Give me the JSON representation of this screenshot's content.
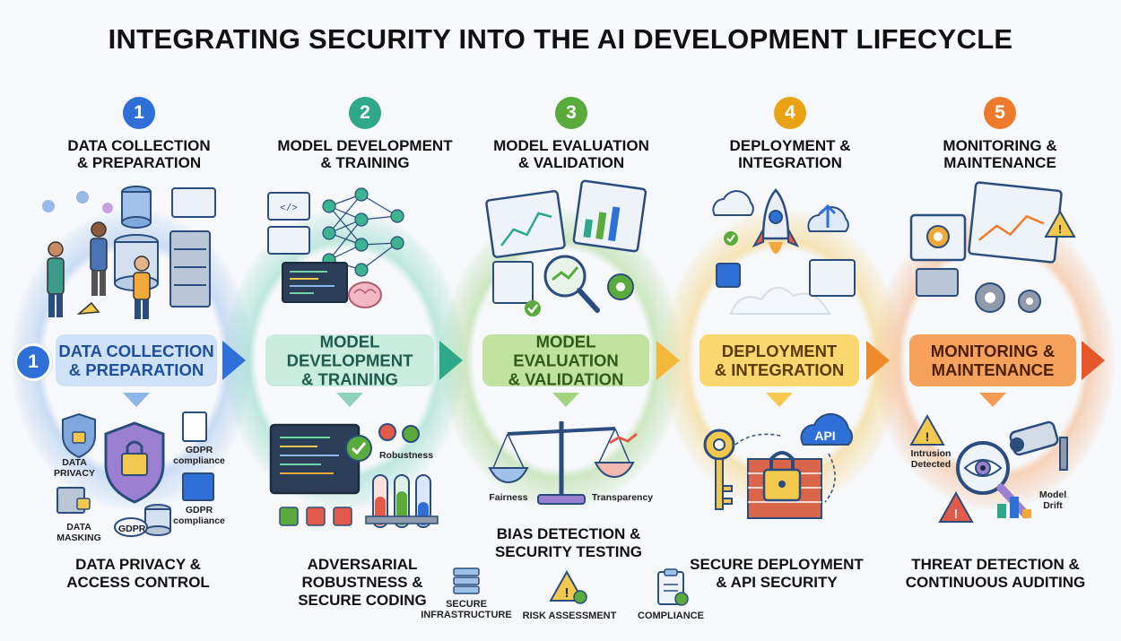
{
  "title": "INTEGRATING SECURITY INTO THE AI DEVELOPMENT LIFECYCLE",
  "colors": {
    "stage1": "#2f6fd8",
    "stage2": "#2fa88a",
    "stage3": "#5aab3c",
    "stage4": "#e9a312",
    "stage5": "#ee7a2b"
  },
  "stages": [
    {
      "number": "1",
      "heading": [
        "DATA COLLECTION",
        "& PREPARATION"
      ],
      "band": [
        "DATA COLLECTION",
        "& PREPARATION"
      ],
      "security": [
        "DATA PRIVACY &",
        "ACCESS CONTROL"
      ],
      "labels": [
        "DATA",
        "PRIVACY",
        "GDPR",
        "compliance",
        "GDPR",
        "compliance",
        "DATA",
        "MASKING",
        "GDPR"
      ]
    },
    {
      "number": "2",
      "heading": [
        "MODEL DEVELOPMENT",
        "& TRAINING"
      ],
      "band": [
        "MODEL DEVELOPMENT",
        "& TRAINING"
      ],
      "security": [
        "ADVERSARIAL",
        "ROBUSTNESS &",
        "SECURE CODING"
      ],
      "labels": [
        "Robustness"
      ]
    },
    {
      "number": "3",
      "heading": [
        "MODEL EVALUATION",
        "& VALIDATION"
      ],
      "band": [
        "MODEL EVALUATION",
        "& VALIDATION"
      ],
      "security": [
        "BIAS DETECTION &",
        "SECURITY TESTING"
      ],
      "labels": [
        "Fairness",
        "Transparency"
      ]
    },
    {
      "number": "4",
      "heading": [
        "DEPLOYMENT &",
        "INTEGRATION"
      ],
      "band": [
        "DEPLOYMENT",
        "& INTEGRATION"
      ],
      "security": [
        "SECURE DEPLOYMENT",
        "& API SECURITY"
      ],
      "labels": [
        "API"
      ]
    },
    {
      "number": "5",
      "heading": [
        "MONITORING &",
        "MAINTENANCE"
      ],
      "band": [
        "MONITORING &",
        "MAINTENANCE"
      ],
      "security": [
        "THREAT DETECTION &",
        "CONTINUOUS AUDITING"
      ],
      "labels": [
        "Intrusion",
        "Detected",
        "Model",
        "Drift"
      ]
    }
  ],
  "loop_badge": "1",
  "footer": {
    "items": [
      [
        "SECURE",
        "INFRASTRUCTURE"
      ],
      [
        "RISK ASSESSMENT"
      ],
      [
        "COMPLIANCE"
      ]
    ]
  },
  "icons": [
    "database-icon",
    "server-icon",
    "person-icon",
    "neural-network-icon",
    "code-icon",
    "brain-icon",
    "dashboard-icon",
    "magnifier-icon",
    "gear-icon",
    "check-icon",
    "cloud-icon",
    "rocket-icon",
    "key-icon",
    "padlock-icon",
    "shield-icon",
    "warning-icon",
    "camera-icon",
    "eye-icon",
    "scale-icon",
    "test-tube-icon",
    "clipboard-icon"
  ]
}
